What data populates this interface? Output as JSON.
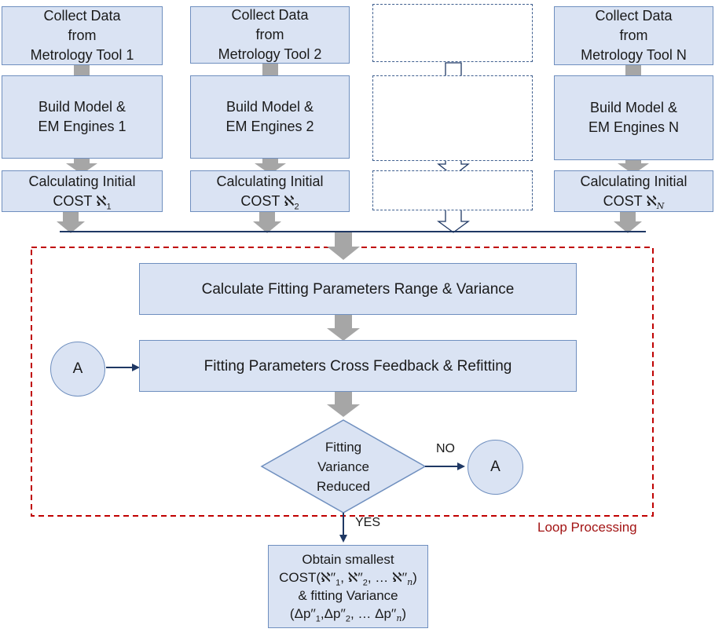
{
  "columns": [
    {
      "collect": [
        "Collect Data",
        "from",
        "Metrology Tool 1"
      ],
      "build": [
        "Build  Model &",
        "EM Engines  1"
      ],
      "cost": [
        "Calculating Initial",
        "COST ℵ",
        "1"
      ]
    },
    {
      "collect": [
        "Collect Data",
        "from",
        "Metrology Tool 2"
      ],
      "build": [
        "Build  Model &",
        "EM Engines  2"
      ],
      "cost": [
        "Calculating Initial",
        "COST ℵ",
        "2"
      ]
    },
    {
      "collect": [
        "Collect Data",
        "from",
        "Metrology Tool N"
      ],
      "build": [
        "Build  Model &",
        "EM Engines  N"
      ],
      "cost": [
        "Calculating Initial",
        "COST ℵ",
        "N"
      ]
    }
  ],
  "loop": {
    "calc_range": "Calculate Fitting Parameters Range & Variance",
    "cross_feedback": "Fitting Parameters Cross Feedback & Refitting",
    "decision": [
      "Fitting",
      "Variance",
      "Reduced"
    ],
    "connector_in": "A",
    "connector_out": "A",
    "no_label": "NO",
    "yes_label": "YES",
    "label": "Loop  Processing"
  },
  "result": {
    "line1": "Obtain smallest",
    "cost_prefix": "COST(ℵ′′",
    "cost_sub1": "1",
    "cost_mid1": ", ℵ′′",
    "cost_sub2": "2",
    "cost_mid2": ", … ℵ′′",
    "cost_subn": "n",
    "cost_suffix": ")",
    "line3": "& fitting Variance",
    "var_prefix": "(Δp′′",
    "var_sub1": "1",
    "var_mid1": ",Δp′′",
    "var_sub2": "2",
    "var_mid2": ", … Δp′′",
    "var_subn": "n",
    "var_suffix": ")"
  },
  "colors": {
    "box_fill": "#dae3f3",
    "box_border": "#6f8fbf",
    "arrow_fill": "#a6a6a6",
    "connector_line": "#1f3864",
    "loop_border": "#c00000"
  }
}
